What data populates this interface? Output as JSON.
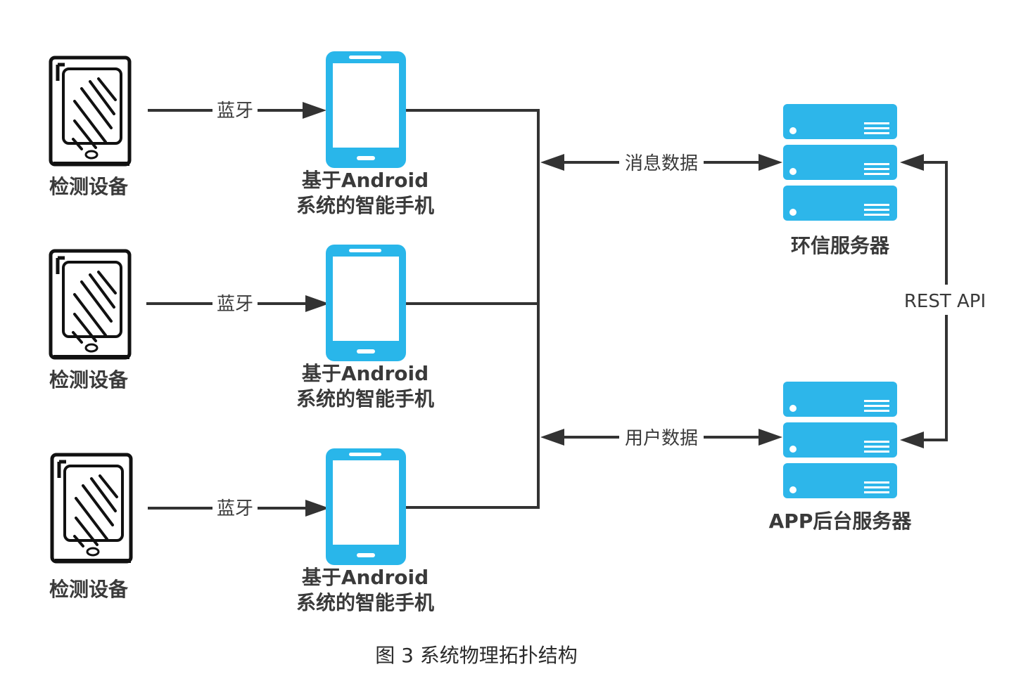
{
  "colors": {
    "accent_blue": "#29b6ea",
    "line": "#333333",
    "text": "#3a3a3a"
  },
  "devices": [
    {
      "label": "检测设备",
      "icon": "tablet-icon"
    },
    {
      "label": "检测设备",
      "icon": "tablet-icon"
    },
    {
      "label": "检测设备",
      "icon": "tablet-icon"
    }
  ],
  "phones": [
    {
      "label_line1": "基于Android",
      "label_line2": "系统的智能手机",
      "icon": "smartphone-icon"
    },
    {
      "label_line1": "基于Android",
      "label_line2": "系统的智能手机",
      "icon": "smartphone-icon"
    },
    {
      "label_line1": "基于Android",
      "label_line2": "系统的智能手机",
      "icon": "smartphone-icon"
    }
  ],
  "links": {
    "bluetooth": "蓝牙",
    "message_data": "消息数据",
    "user_data": "用户数据",
    "rest_api": "REST API"
  },
  "servers": {
    "im_server": {
      "label": "环信服务器",
      "icon": "server-rack-icon"
    },
    "app_server": {
      "label": "APP后台服务器",
      "icon": "server-rack-icon"
    }
  },
  "caption": "图 3  系统物理拓扑结构"
}
